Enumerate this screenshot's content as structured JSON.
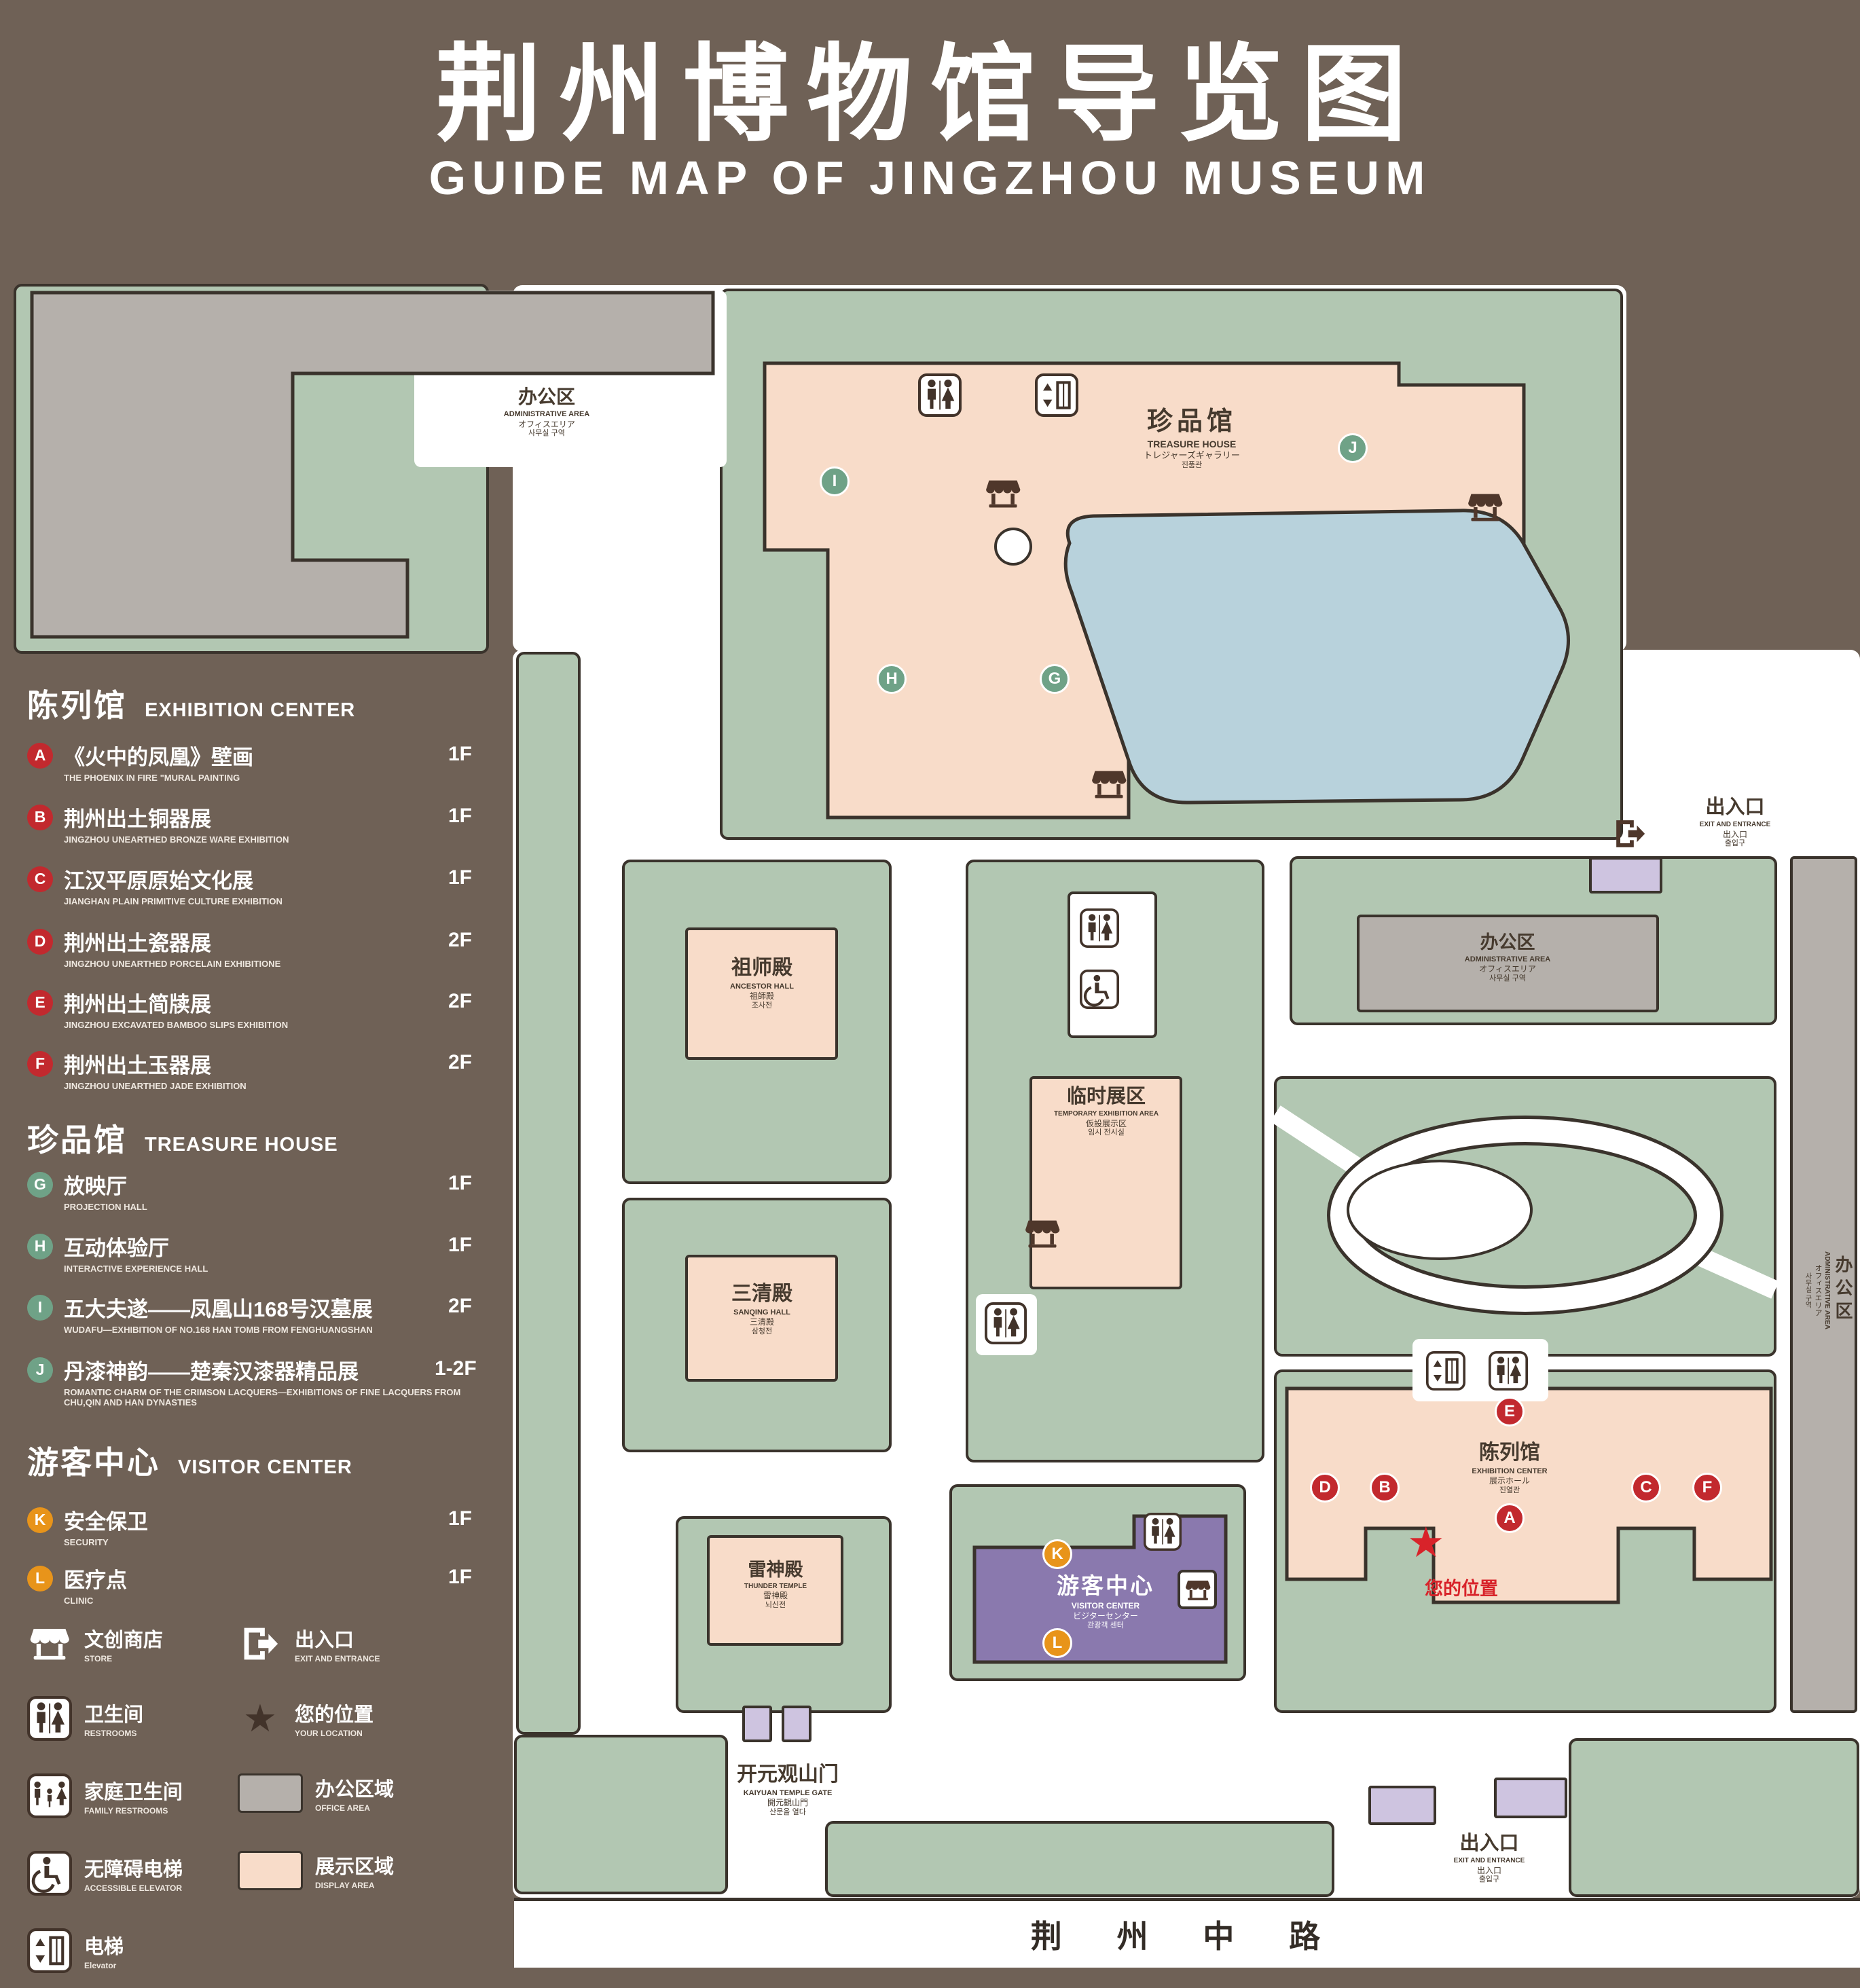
{
  "title": {
    "zh": "荆州博物馆导览图",
    "en": "GUIDE MAP OF JINGZHOU MUSEUM"
  },
  "legend": {
    "sections": [
      {
        "zh": "陈列馆",
        "en": "EXHIBITION CENTER"
      },
      {
        "zh": "珍品馆",
        "en": "TREASURE HOUSE"
      },
      {
        "zh": "游客中心",
        "en": "VISITOR CENTER"
      }
    ],
    "items": [
      {
        "id": "A",
        "zh": "《火中的凤凰》壁画",
        "en": "THE PHOENIX IN FIRE \"MURAL PAINTING",
        "floor": "1F"
      },
      {
        "id": "B",
        "zh": "荆州出土铜器展",
        "en": "JINGZHOU UNEARTHED BRONZE WARE EXHIBITION",
        "floor": "1F"
      },
      {
        "id": "C",
        "zh": "江汉平原原始文化展",
        "en": "JIANGHAN PLAIN PRIMITIVE CULTURE EXHIBITION",
        "floor": "1F"
      },
      {
        "id": "D",
        "zh": "荆州出土瓷器展",
        "en": "JINGZHOU UNEARTHED PORCELAIN EXHIBITIONE",
        "floor": "2F"
      },
      {
        "id": "E",
        "zh": "荆州出土简牍展",
        "en": "JINGZHOU EXCAVATED BAMBOO SLIPS EXHIBITION",
        "floor": "2F"
      },
      {
        "id": "F",
        "zh": "荆州出土玉器展",
        "en": "JINGZHOU UNEARTHED JADE EXHIBITION",
        "floor": "2F"
      },
      {
        "id": "G",
        "zh": "放映厅",
        "en": "PROJECTION HALL",
        "floor": "1F"
      },
      {
        "id": "H",
        "zh": "互动体验厅",
        "en": "INTERACTIVE EXPERIENCE HALL",
        "floor": "1F"
      },
      {
        "id": "I",
        "zh": "五大夫遂——凤凰山168号汉墓展",
        "en": "WUDAFU—EXHIBITION OF NO.168 HAN TOMB FROM FENGHUANGSHAN",
        "floor": "2F"
      },
      {
        "id": "J",
        "zh": "丹漆神韵——楚秦汉漆器精品展",
        "en": "ROMANTIC CHARM OF THE CRIMSON LACQUERS—EXHIBITIONS OF FINE LACQUERS FROM CHU,QIN AND HAN DYNASTIES",
        "floor": "1-2F"
      },
      {
        "id": "K",
        "zh": "安全保卫",
        "en": "SECURITY",
        "floor": "1F"
      },
      {
        "id": "L",
        "zh": "医疗点",
        "en": "CLINIC",
        "floor": "1F"
      }
    ],
    "symbols": [
      {
        "zh": "文创商店",
        "en": "STORE"
      },
      {
        "zh": "出入口",
        "en": "EXIT AND ENTRANCE"
      },
      {
        "zh": "卫生间",
        "en": "RESTROOMS"
      },
      {
        "zh": "您的位置",
        "en": "YOUR LOCATION"
      },
      {
        "zh": "家庭卫生间",
        "en": "FAMILY RESTROOMS"
      },
      {
        "zh": "办公区域",
        "en": "OFFICE AREA"
      },
      {
        "zh": "无障碍电梯",
        "en": "ACCESSIBLE ELEVATOR"
      },
      {
        "zh": "展示区域",
        "en": "DISPLAY AREA"
      },
      {
        "zh": "电梯",
        "en": "Elevator"
      }
    ]
  },
  "map": {
    "buildings": {
      "nw_admin": {
        "zh": "办公区",
        "en": "ADMINISTRATIVE AREA",
        "jp": "オフィスエリア",
        "kr": "사무실 구역"
      },
      "treasure": {
        "zh": "珍品馆",
        "en": "TREASURE HOUSE",
        "jp": "トレジャーズギャラリー",
        "kr": "진품관"
      },
      "right_admin": {
        "zh": "办公区",
        "en": "ADMINISTRATIVE AREA",
        "jp": "オフィスエリア",
        "kr": "사무실 구역"
      },
      "east_admin": {
        "zh": "办公区",
        "en": "ADMINISTRATIVE AREA",
        "jp": "オフィスエリア",
        "kr": "사무실 구역"
      },
      "ancestor": {
        "zh": "祖师殿",
        "en": "ANCESTOR HALL",
        "jp": "祖師殿",
        "kr": "조사전"
      },
      "temporary": {
        "zh": "临时展区",
        "en": "TEMPORARY EXHIBITION AREA",
        "jp": "仮設展示区",
        "kr": "임시 전시실"
      },
      "sanqing": {
        "zh": "三清殿",
        "en": "SANQING HALL",
        "jp": "三清殿",
        "kr": "삼청전"
      },
      "exhibition": {
        "zh": "陈列馆",
        "en": "EXHIBITION CENTER",
        "jp": "展示ホール",
        "kr": "진열관"
      },
      "thunder": {
        "zh": "雷神殿",
        "en": "THUNDER TEMPLE",
        "jp": "雷神殿",
        "kr": "뇌신전"
      },
      "visitor": {
        "zh": "游客中心",
        "en": "VISITOR CENTER",
        "jp": "ビジターセンター",
        "kr": "관광객 센터"
      },
      "gate": {
        "zh": "开元观山门",
        "en": "KAIYUAN TEMPLE GATE",
        "jp": "開元観山門",
        "kr": "산문을 열다"
      },
      "exit_top": {
        "zh": "出入口",
        "en": "EXIT AND ENTRANCE",
        "jp": "出入口",
        "kr": "출입구"
      },
      "exit_bottom": {
        "zh": "出入口",
        "en": "EXIT AND ENTRANCE",
        "jp": "出入口",
        "kr": "출입구"
      }
    },
    "your_location": "您的位置",
    "road": "荆 州 中 路"
  },
  "icons": {
    "star": "★"
  },
  "colors": {
    "background": "#6f6156",
    "green": "#b2c7b2",
    "pink": "#f8dcc9",
    "gray": "#b5b0ab",
    "pond": "#b8d2dc",
    "purple": "#8a79ae",
    "lavender": "#cec4e0",
    "outline": "#3a332c",
    "marker_red": "#c2292e",
    "marker_green": "#6fa287",
    "marker_orange": "#e8941a"
  }
}
